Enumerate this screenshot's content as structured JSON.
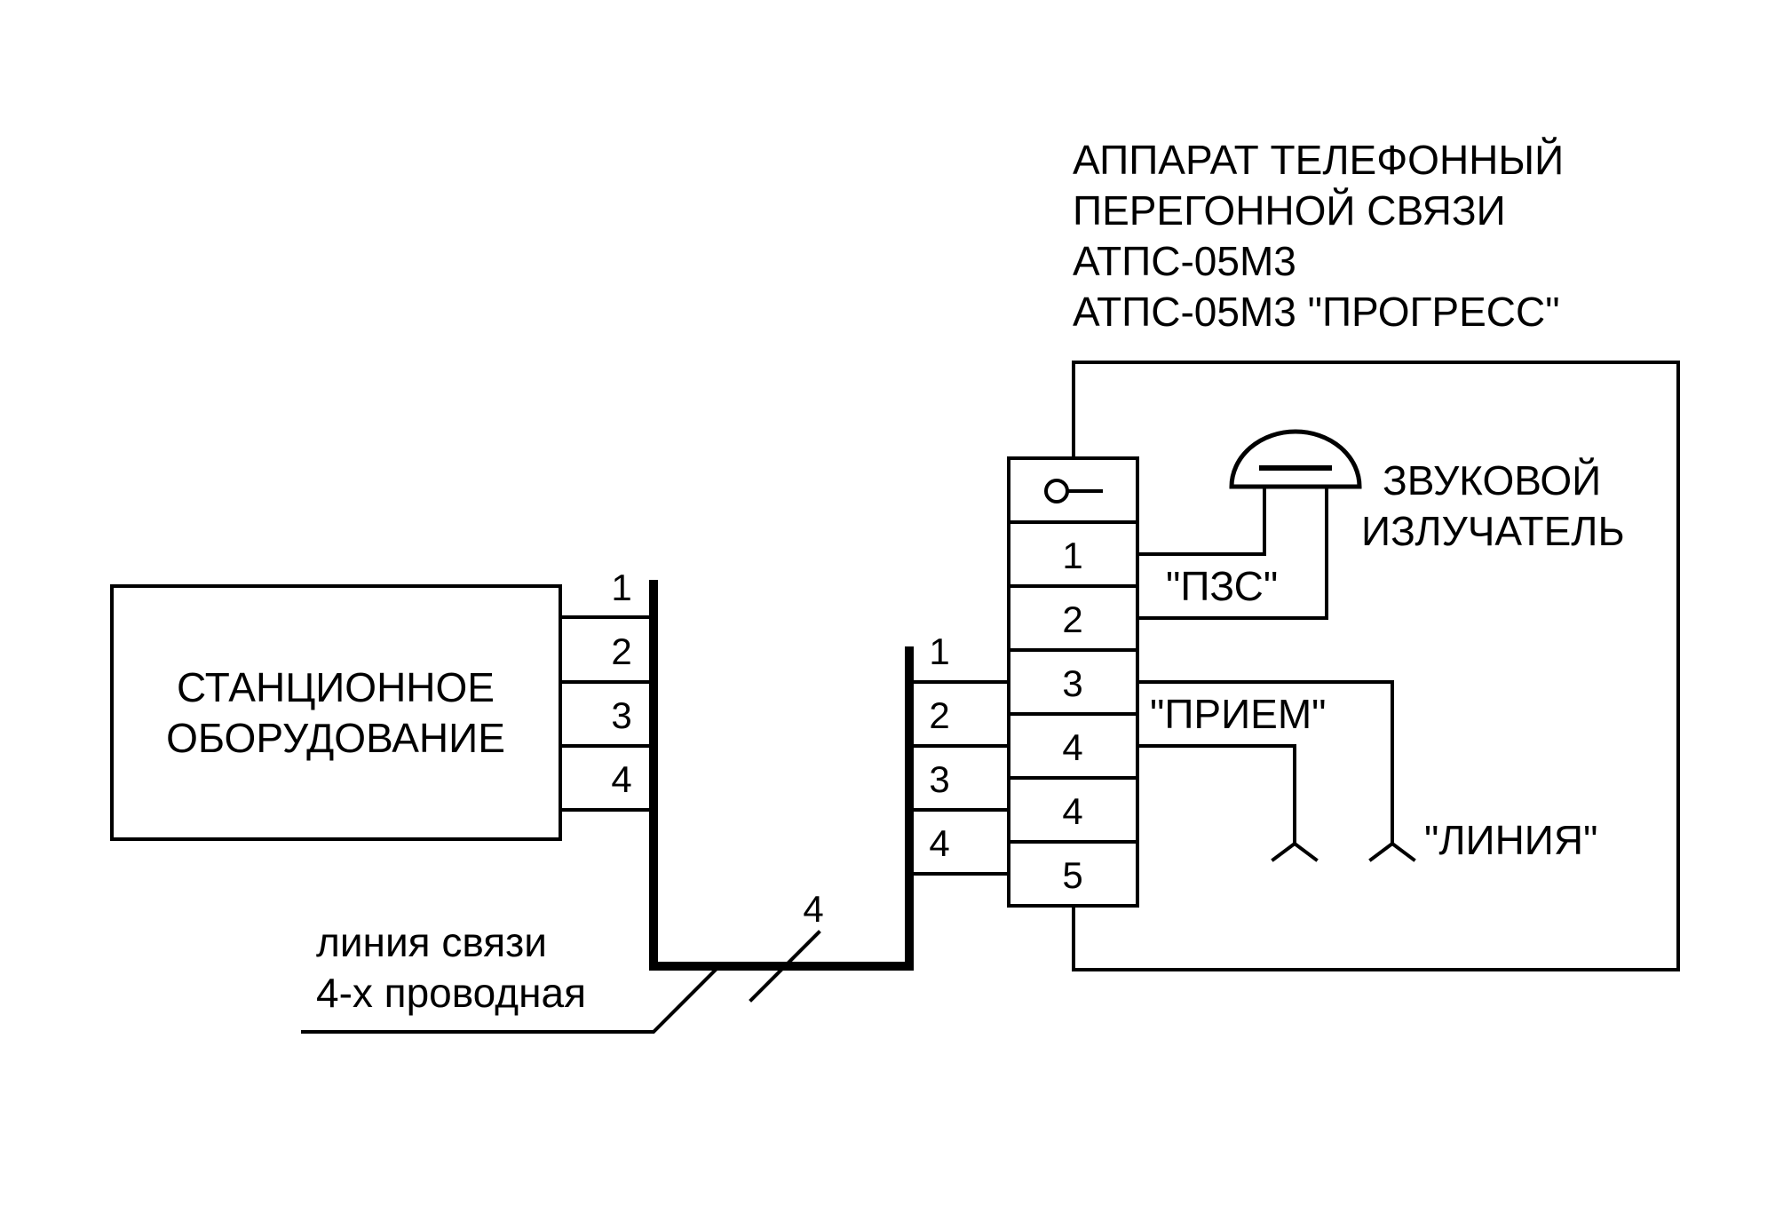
{
  "device": {
    "title_lines": [
      "АППАРАТ ТЕЛЕФОННЫЙ",
      "ПЕРЕГОННОЙ СВЯЗИ",
      "АТПС-05М3",
      "АТПС-05М3 \"ПРОГРЕСС\""
    ],
    "terminals": [
      "1",
      "2",
      "3",
      "4",
      "4",
      "5"
    ],
    "ground_symbol": "ground-terminal-icon"
  },
  "station": {
    "lines": [
      "СТАНЦИОННОЕ",
      "ОБОРУДОВАНИЕ"
    ],
    "pins": [
      "1",
      "2",
      "3",
      "4"
    ]
  },
  "cable": {
    "left_pins": [
      "1",
      "2",
      "3",
      "4"
    ],
    "wire_count": "4",
    "label_lines": [
      "линия связи",
      "4-х проводная"
    ]
  },
  "labels": {
    "sounder_lines": [
      "ЗВУКОВОЙ",
      "ИЗЛУЧАТЕЛЬ"
    ],
    "pzs": "\"ПЗС\"",
    "receive": "\"ПРИЕМ\"",
    "line": "\"ЛИНИЯ\""
  }
}
